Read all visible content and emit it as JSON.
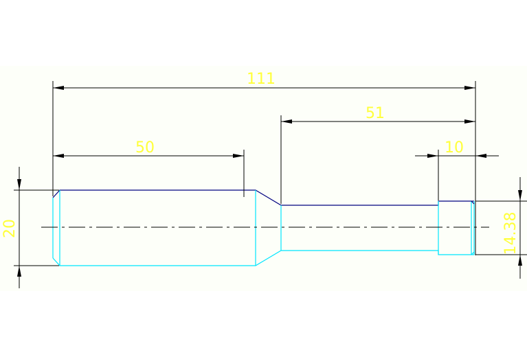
{
  "drawing": {
    "background_color": "#fdfff9",
    "colors": {
      "dimension": "#000000",
      "dimension_text": "#ffff3a",
      "part_outline_top": "#000080",
      "part_outline": "#00e5ff",
      "centerline": "#000000"
    },
    "dimensions": {
      "overall_length": "111",
      "left_section_length": "50",
      "right_section_length": "51",
      "end_section_length": "10",
      "left_diameter": "20",
      "end_diameter": "14.38"
    }
  }
}
